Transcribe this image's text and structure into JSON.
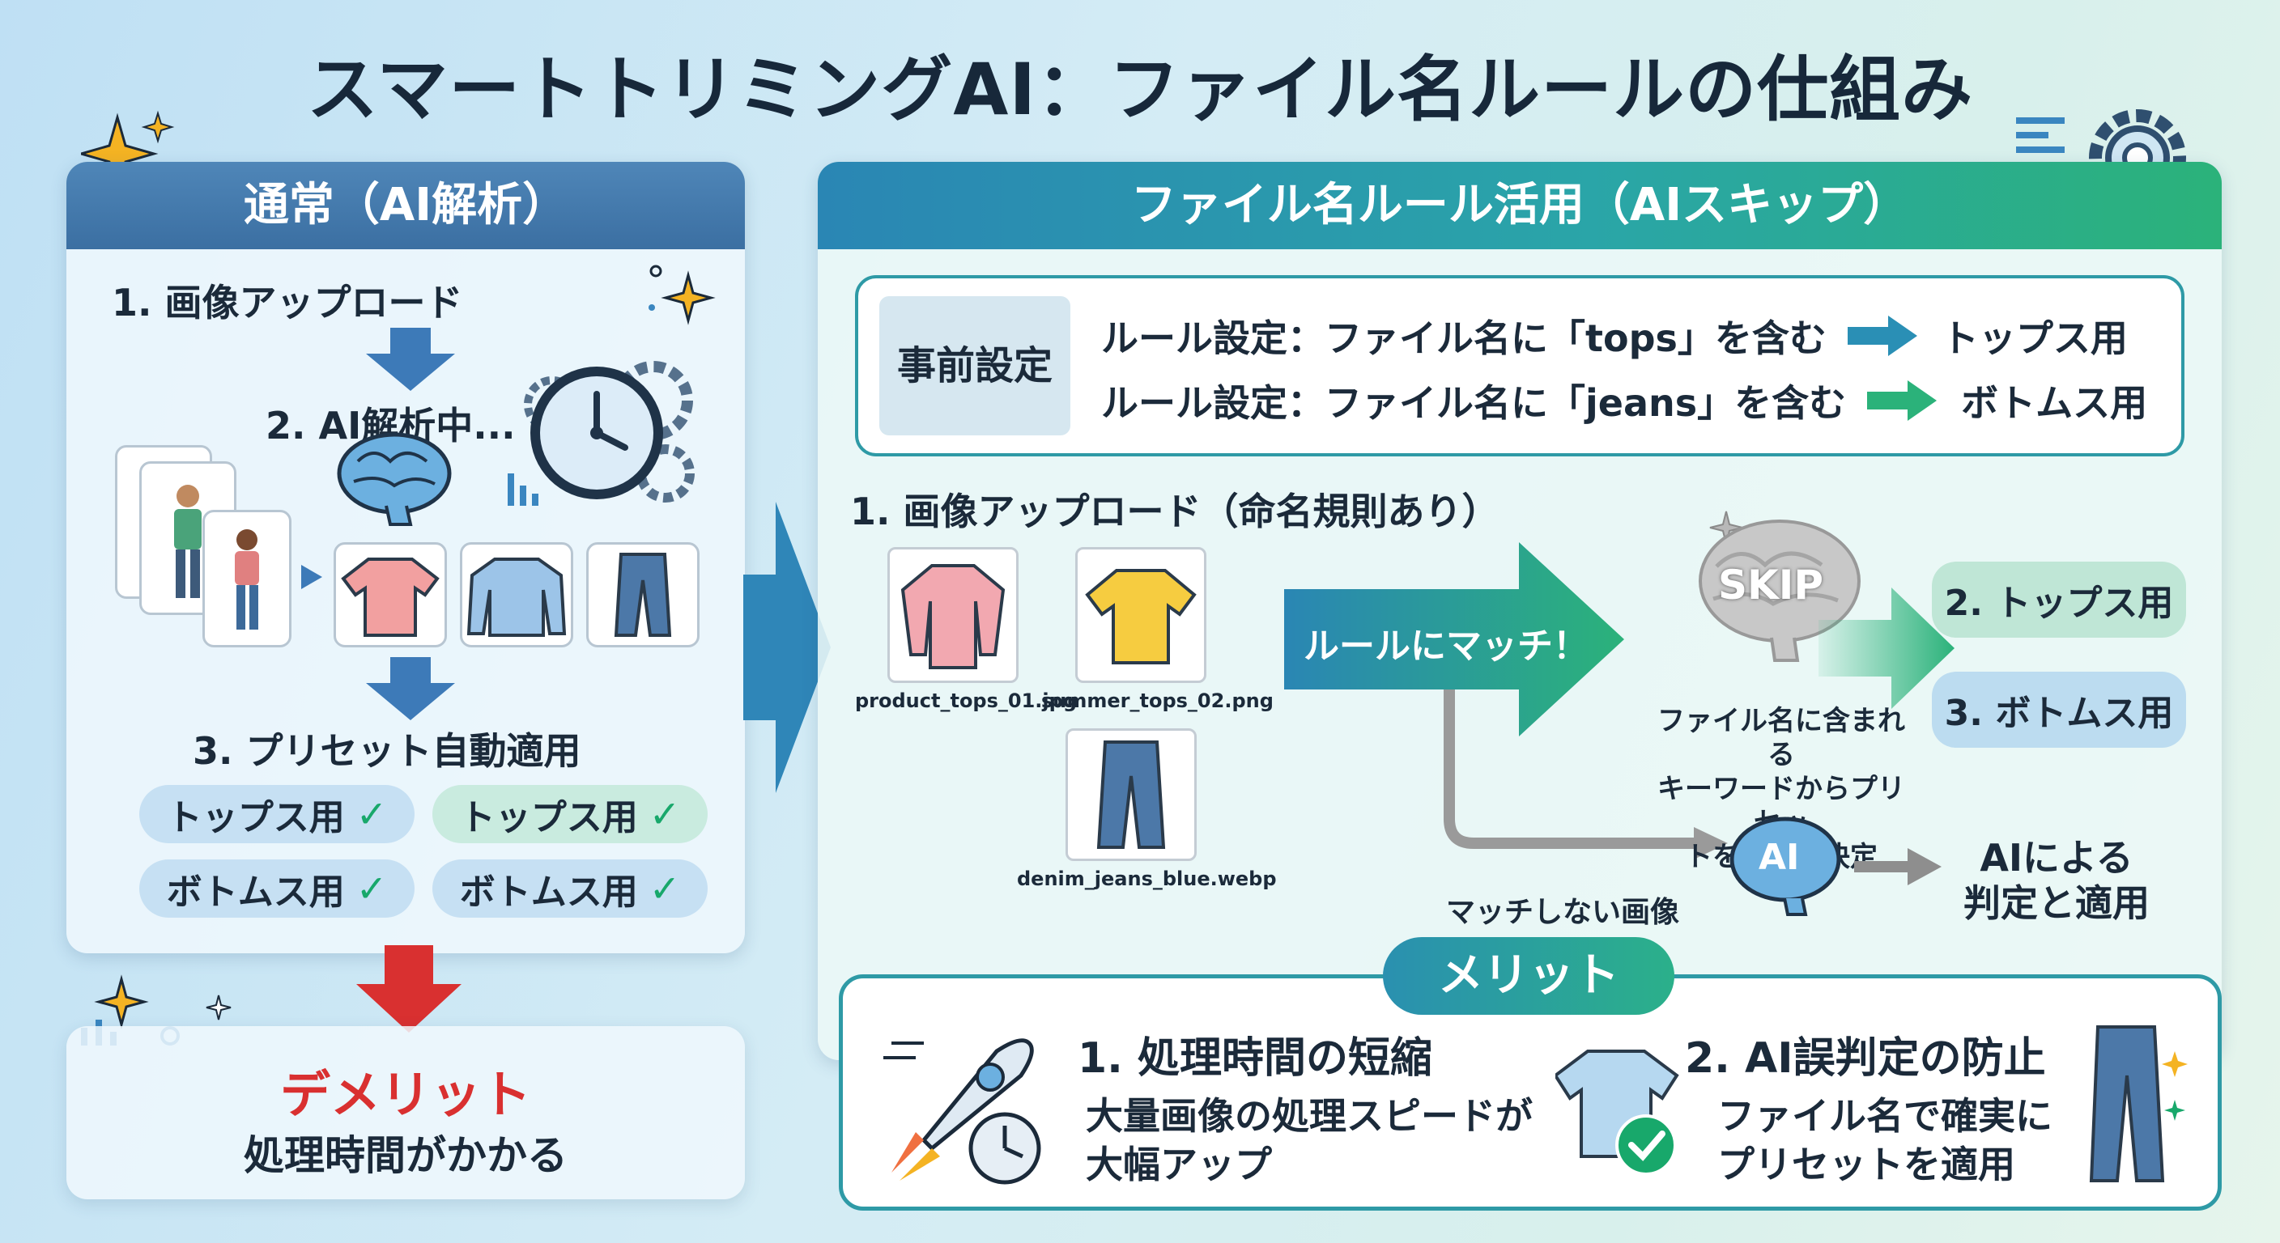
{
  "title": "スマートトリミングAI：ファイル名ルールの仕組み",
  "left": {
    "header": "通常（AI解析）",
    "step1": "1. 画像アップロード",
    "step2": "2. AI解析中...",
    "step3": "3. プリセット自動適用",
    "pills": [
      {
        "label": "トップス用",
        "check": "✓"
      },
      {
        "label": "トップス用",
        "check": "✓"
      },
      {
        "label": "ボトムス用",
        "check": "✓"
      },
      {
        "label": "ボトムス用",
        "check": "✓"
      }
    ]
  },
  "demerit": {
    "title": "デメリット",
    "text": "処理時間がかかる"
  },
  "right": {
    "header": "ファイル名ルール活用（AIスキップ）",
    "preset_label": "事前設定",
    "rules": [
      {
        "text": "ルール設定：ファイル名に「tops」を含む",
        "result": "トップス用"
      },
      {
        "text": "ルール設定：ファイル名に「jeans」を含む",
        "result": "ボトムス用"
      }
    ],
    "upload_title": "1. 画像アップロード（命名規則あり）",
    "files": [
      "product_tops_01.jpg",
      "summer_tops_02.png",
      "denim_jeans_blue.webp"
    ],
    "match_label": "ルールにマッチ！",
    "skip_label": "SKIP",
    "skip_desc": [
      "ファイル名に含まれる",
      "キーワードからプリセッ",
      "トを即座に決定"
    ],
    "results": [
      "2. トップス用",
      "3. ボトムス用"
    ],
    "nomatch_label": "マッチしない画像",
    "ai_label": "AI",
    "ai_result": [
      "AIによる",
      "判定と適用"
    ]
  },
  "merit": {
    "badge": "メリット",
    "items": [
      {
        "title": "1. 処理時間の短縮",
        "desc": [
          "大量画像の処理スピードが",
          "大幅アップ"
        ]
      },
      {
        "title": "2. AI誤判定の防止",
        "desc": [
          "ファイル名で確実に",
          "プリセットを適用"
        ]
      }
    ]
  },
  "colors": {
    "accent_blue": "#3b6fa2",
    "accent_teal": "#2aa5a8",
    "accent_green": "#2bb27a",
    "demerit_red": "#d93030",
    "check_green": "#18a86b"
  }
}
